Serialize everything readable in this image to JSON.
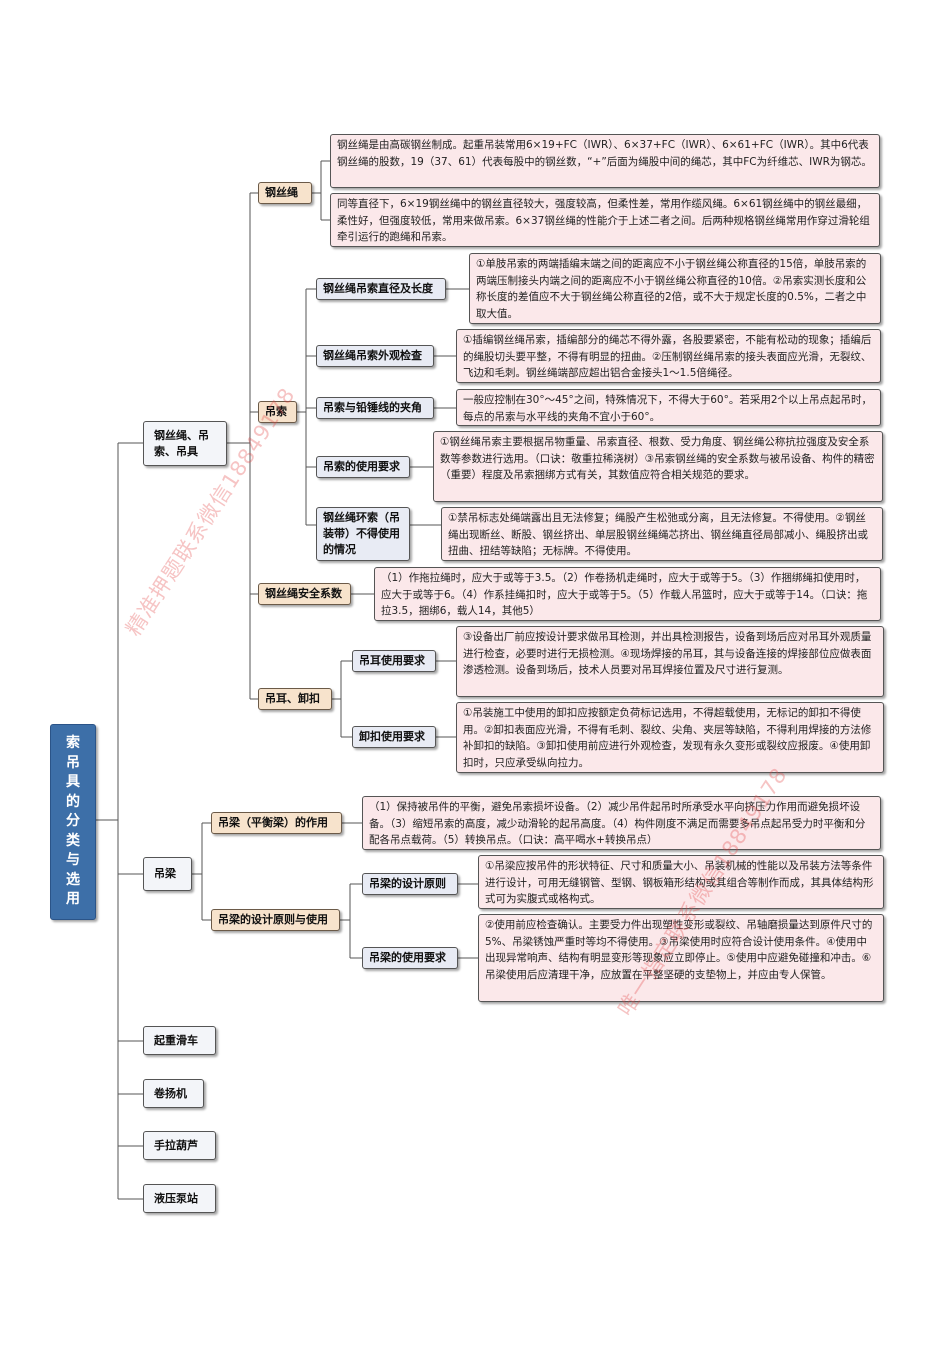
{
  "root": "索\n吊\n具\n的\n分\n类\n与\n选\n用",
  "level1": {
    "wire": "钢丝绳、吊索、吊具",
    "beam": "吊梁",
    "pulley": "起重滑车",
    "winch": "卷扬机",
    "hoist": "手拉葫芦",
    "pump": "液压泵站"
  },
  "wire_rope": {
    "label": "钢丝绳",
    "texts": [
      "钢丝绳是由高碳钢丝制成。起重吊装常用6×19+FC（IWR）、6×37+FC（IWR）、6×61+FC（IWR）。其中6代表钢丝绳的股数，19（37、61）代表每股中的钢丝数，“+”后面为绳股中间的绳芯，其中FC为纤维芯、IWR为钢芯。",
      "同等直径下，6×19钢丝绳中的钢丝直径较大，强度较高，但柔性差，常用作缆风绳。6×61钢丝绳中的钢丝最细，柔性好，但强度较低，常用来做吊索。6×37钢丝绳的性能介于上述二者之间。后两种规格钢丝绳常用作穿过滑轮组牵引运行的跑绳和吊索。"
    ]
  },
  "sling": {
    "label": "吊索",
    "items": [
      {
        "label": "钢丝绳吊索直径及长度",
        "text": "①单肢吊索的两端插编末端之间的距离应不小于钢丝绳公称直径的15倍，单肢吊索的两端压制接头内端之间的距离应不小于钢丝绳公称直径的10倍。②吊索实测长度和公称长度的差值应不大于钢丝绳公称直径的2倍，或不大于规定长度的0.5%，二者之中取大值。"
      },
      {
        "label": "钢丝绳吊索外观检查",
        "text": "①插编钢丝绳吊索，插编部分的绳芯不得外露，各股要紧密，不能有松动的现象；插编后的绳股切头要平整，不得有明显的扭曲。②压制钢丝绳吊索的接头表面应光滑，无裂纹、飞边和毛刺。钢丝绳端部应超出铝合金接头1～1.5倍绳径。"
      },
      {
        "label": "吊索与铅锤线的夹角",
        "text": "一般应控制在30°～45°之间，特殊情况下，不得大于60°。若采用2个以上吊点起吊时，每点的吊索与水平线的夹角不宜小于60°。"
      },
      {
        "label": "吊索的使用要求",
        "text": "①钢丝绳吊索主要根据吊物重量、吊索直径、根数、受力角度、钢丝绳公称抗拉强度及安全系数等参数进行选用。（口诀：敬重拉稀浇树）③吊索钢丝绳的安全系数与被吊设备、构件的精密（重要）程度及吊索捆绑方式有关，其数值应符合相关规范的要求。"
      },
      {
        "label": "钢丝绳环索（吊装带）不得使用的情况",
        "text": "①禁吊标志处绳端露出且无法修复；绳股产生松弛或分离，且无法修复。不得使用。②钢丝绳出现断丝、断股、钢丝挤出、单层股钢丝绳绳芯挤出、钢丝绳直径局部减小、绳股挤出或扭曲、扭结等缺陷；无标牌。不得使用。"
      }
    ]
  },
  "safety": {
    "label": "钢丝绳安全系数",
    "text": "（1）作拖拉绳时，应大于或等于3.5。（2）作卷扬机走绳时，应大于或等于5。（3）作捆绑绳扣使用时，应大于或等于6。（4）作系挂绳扣时，应大于或等于5。（5）作载人吊篮时，应大于或等于14。（口诀：拖拉3.5，捆绑6，载人14，其他5）"
  },
  "lug": {
    "label": "吊耳、卸扣",
    "items": [
      {
        "label": "吊耳使用要求",
        "text": "③设备出厂前应按设计要求做吊耳检测，并出具检测报告，设备到场后应对吊耳外观质量进行检查，必要时进行无损检测。④现场焊接的吊耳，其与设备连接的焊接部位应做表面渗透检测。设备到场后，技术人员要对吊耳焊接位置及尺寸进行复测。"
      },
      {
        "label": "卸扣使用要求",
        "text": "①吊装施工中使用的卸扣应按额定负荷标记选用，不得超载使用，无标记的卸扣不得使用。②卸扣表面应光滑，不得有毛刺、裂纹、尖角、夹层等缺陷，不得利用焊接的方法修补卸扣的缺陷。③卸扣使用前应进行外观检查，发现有永久变形或裂纹应报废。④使用卸扣时，只应承受纵向拉力。"
      }
    ]
  },
  "beam_role": {
    "label": "吊梁（平衡梁）的作用",
    "text": "（1）保持被吊件的平衡，避免吊索损坏设备。（2）减少吊件起吊时所承受水平向挤压力作用而避免损坏设备。（3）缩短吊索的高度，减少动滑轮的起吊高度。（4）构件刚度不满足而需要多吊点起吊受力时平衡和分配各吊点载荷。（5）转换吊点。（口诀：高平喝水+转换吊点）"
  },
  "beam_design": {
    "label": "吊梁的设计原则与使用",
    "items": [
      {
        "label": "吊梁的设计原则",
        "text": "①吊梁应按吊件的形状特征、尺寸和质量大小、吊装机械的性能以及吊装方法等条件进行设计，可用无缝钢管、型钢、钢板箱形结构或其组合等制作而成，其具体结构形式可为实腹式或格构式。"
      },
      {
        "label": "吊梁的使用要求",
        "text": "②使用前应检查确认。主要受力件出现塑性变形或裂纹、吊轴磨损量达到原件尺寸的5%、吊梁锈蚀严重时等均不得使用。③吊梁使用时应符合设计使用条件。④使用中出现异常响声、结构有明显变形等现象应立即停止。⑤使用中应避免碰撞和冲击。⑥吊梁使用后应清理干净，应放置在平整坚硬的支垫物上，并应由专人保管。"
      }
    ]
  },
  "watermarks": [
    "精准押题联系微信18849178",
    "唯一指定联系微信18849178"
  ],
  "colors": {
    "root": "#3d6fa8",
    "level2": "#f7e3cc",
    "level3": "#e8ebf4",
    "leaf": "#fbe8ea",
    "connector": "#555555",
    "watermark": "#e24646"
  }
}
